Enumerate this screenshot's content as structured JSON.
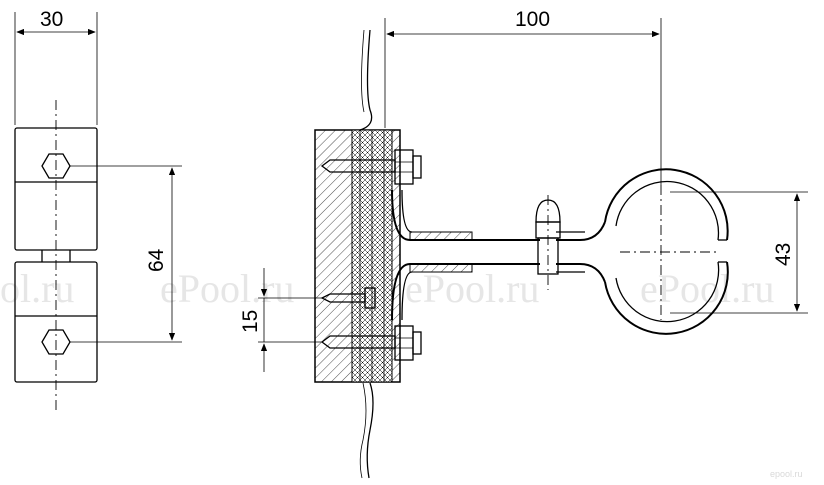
{
  "dimensions": {
    "width_top": "30",
    "height_left": "64",
    "depth_top": "100",
    "small_left": "15",
    "diameter_right": "43"
  },
  "watermark": {
    "text_left": "ol.ru",
    "text_center": "ePool.ru",
    "text_mid": "ePool.ru",
    "text_right": "ePool.ru",
    "logo": "epool.ru"
  }
}
